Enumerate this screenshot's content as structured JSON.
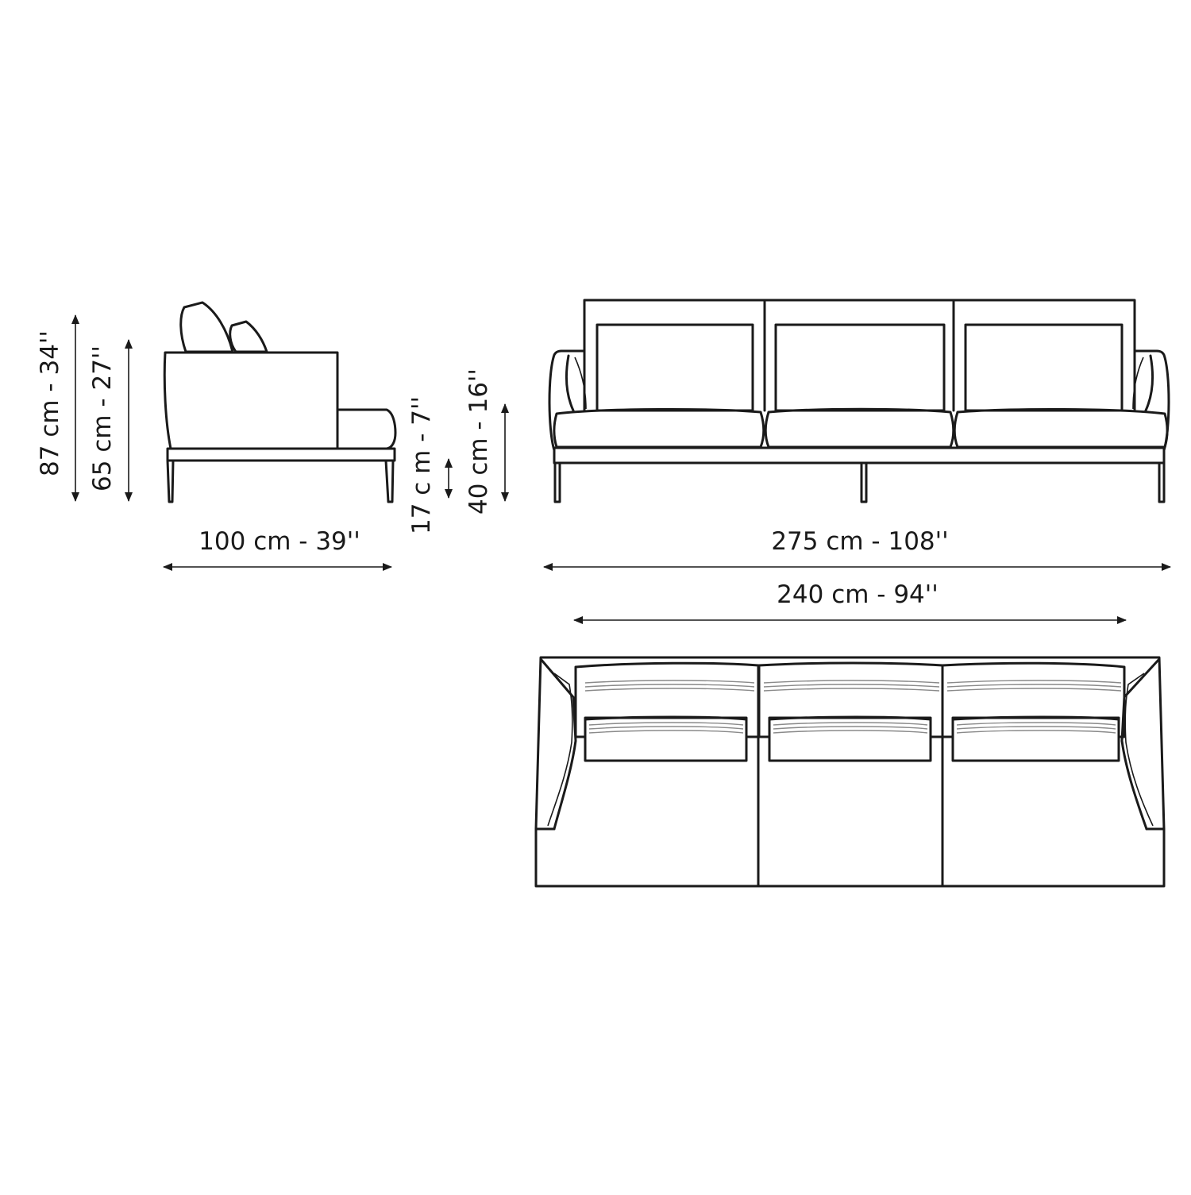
{
  "dimensions": {
    "total_height": "87 cm - 34''",
    "arm_height": "65 cm - 27''",
    "leg_height": "17 c m - 7''",
    "seat_height": "40 cm - 16''",
    "depth": "100 cm - 39''",
    "total_width": "275 cm - 108''",
    "seat_width": "240 cm - 94''"
  },
  "colors": {
    "line": "#1a1a1a",
    "stitch": "#8a8a8a",
    "background": "#ffffff"
  }
}
